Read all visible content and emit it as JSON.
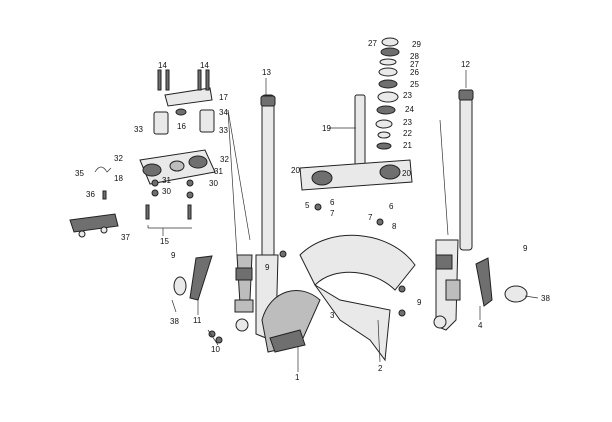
{
  "callouts": [
    {
      "id": "c1",
      "text": "1"
    },
    {
      "id": "c2",
      "text": "2"
    },
    {
      "id": "c3",
      "text": "3"
    },
    {
      "id": "c4",
      "text": "4"
    },
    {
      "id": "c5",
      "text": "5"
    },
    {
      "id": "c6a",
      "text": "6"
    },
    {
      "id": "c6b",
      "text": "6"
    },
    {
      "id": "c7a",
      "text": "7"
    },
    {
      "id": "c7b",
      "text": "7"
    },
    {
      "id": "c8",
      "text": "8"
    },
    {
      "id": "c9a",
      "text": "9"
    },
    {
      "id": "c9b",
      "text": "9"
    },
    {
      "id": "c9c",
      "text": "9"
    },
    {
      "id": "c9d",
      "text": "9"
    },
    {
      "id": "c10",
      "text": "10"
    },
    {
      "id": "c11",
      "text": "11"
    },
    {
      "id": "c12",
      "text": "12"
    },
    {
      "id": "c13",
      "text": "13"
    },
    {
      "id": "c14a",
      "text": "14"
    },
    {
      "id": "c14b",
      "text": "14"
    },
    {
      "id": "c15",
      "text": "15"
    },
    {
      "id": "c16",
      "text": "16"
    },
    {
      "id": "c17",
      "text": "17"
    },
    {
      "id": "c18",
      "text": "18"
    },
    {
      "id": "c19",
      "text": "19"
    },
    {
      "id": "c20a",
      "text": "20"
    },
    {
      "id": "c20b",
      "text": "20"
    },
    {
      "id": "c21",
      "text": "21"
    },
    {
      "id": "c22",
      "text": "22"
    },
    {
      "id": "c23a",
      "text": "23"
    },
    {
      "id": "c23b",
      "text": "23"
    },
    {
      "id": "c24",
      "text": "24"
    },
    {
      "id": "c25",
      "text": "25"
    },
    {
      "id": "c26",
      "text": "26"
    },
    {
      "id": "c27a",
      "text": "27"
    },
    {
      "id": "c27b",
      "text": "27"
    },
    {
      "id": "c28",
      "text": "28"
    },
    {
      "id": "c29",
      "text": "29"
    },
    {
      "id": "c30a",
      "text": "30"
    },
    {
      "id": "c30b",
      "text": "30"
    },
    {
      "id": "c31a",
      "text": "31"
    },
    {
      "id": "c31b",
      "text": "31"
    },
    {
      "id": "c32a",
      "text": "32"
    },
    {
      "id": "c32b",
      "text": "32"
    },
    {
      "id": "c33a",
      "text": "33"
    },
    {
      "id": "c33b",
      "text": "33"
    },
    {
      "id": "c34",
      "text": "34"
    },
    {
      "id": "c35",
      "text": "35"
    },
    {
      "id": "c36",
      "text": "36"
    },
    {
      "id": "c37",
      "text": "37"
    },
    {
      "id": "c38a",
      "text": "38"
    },
    {
      "id": "c38b",
      "text": "38"
    }
  ]
}
